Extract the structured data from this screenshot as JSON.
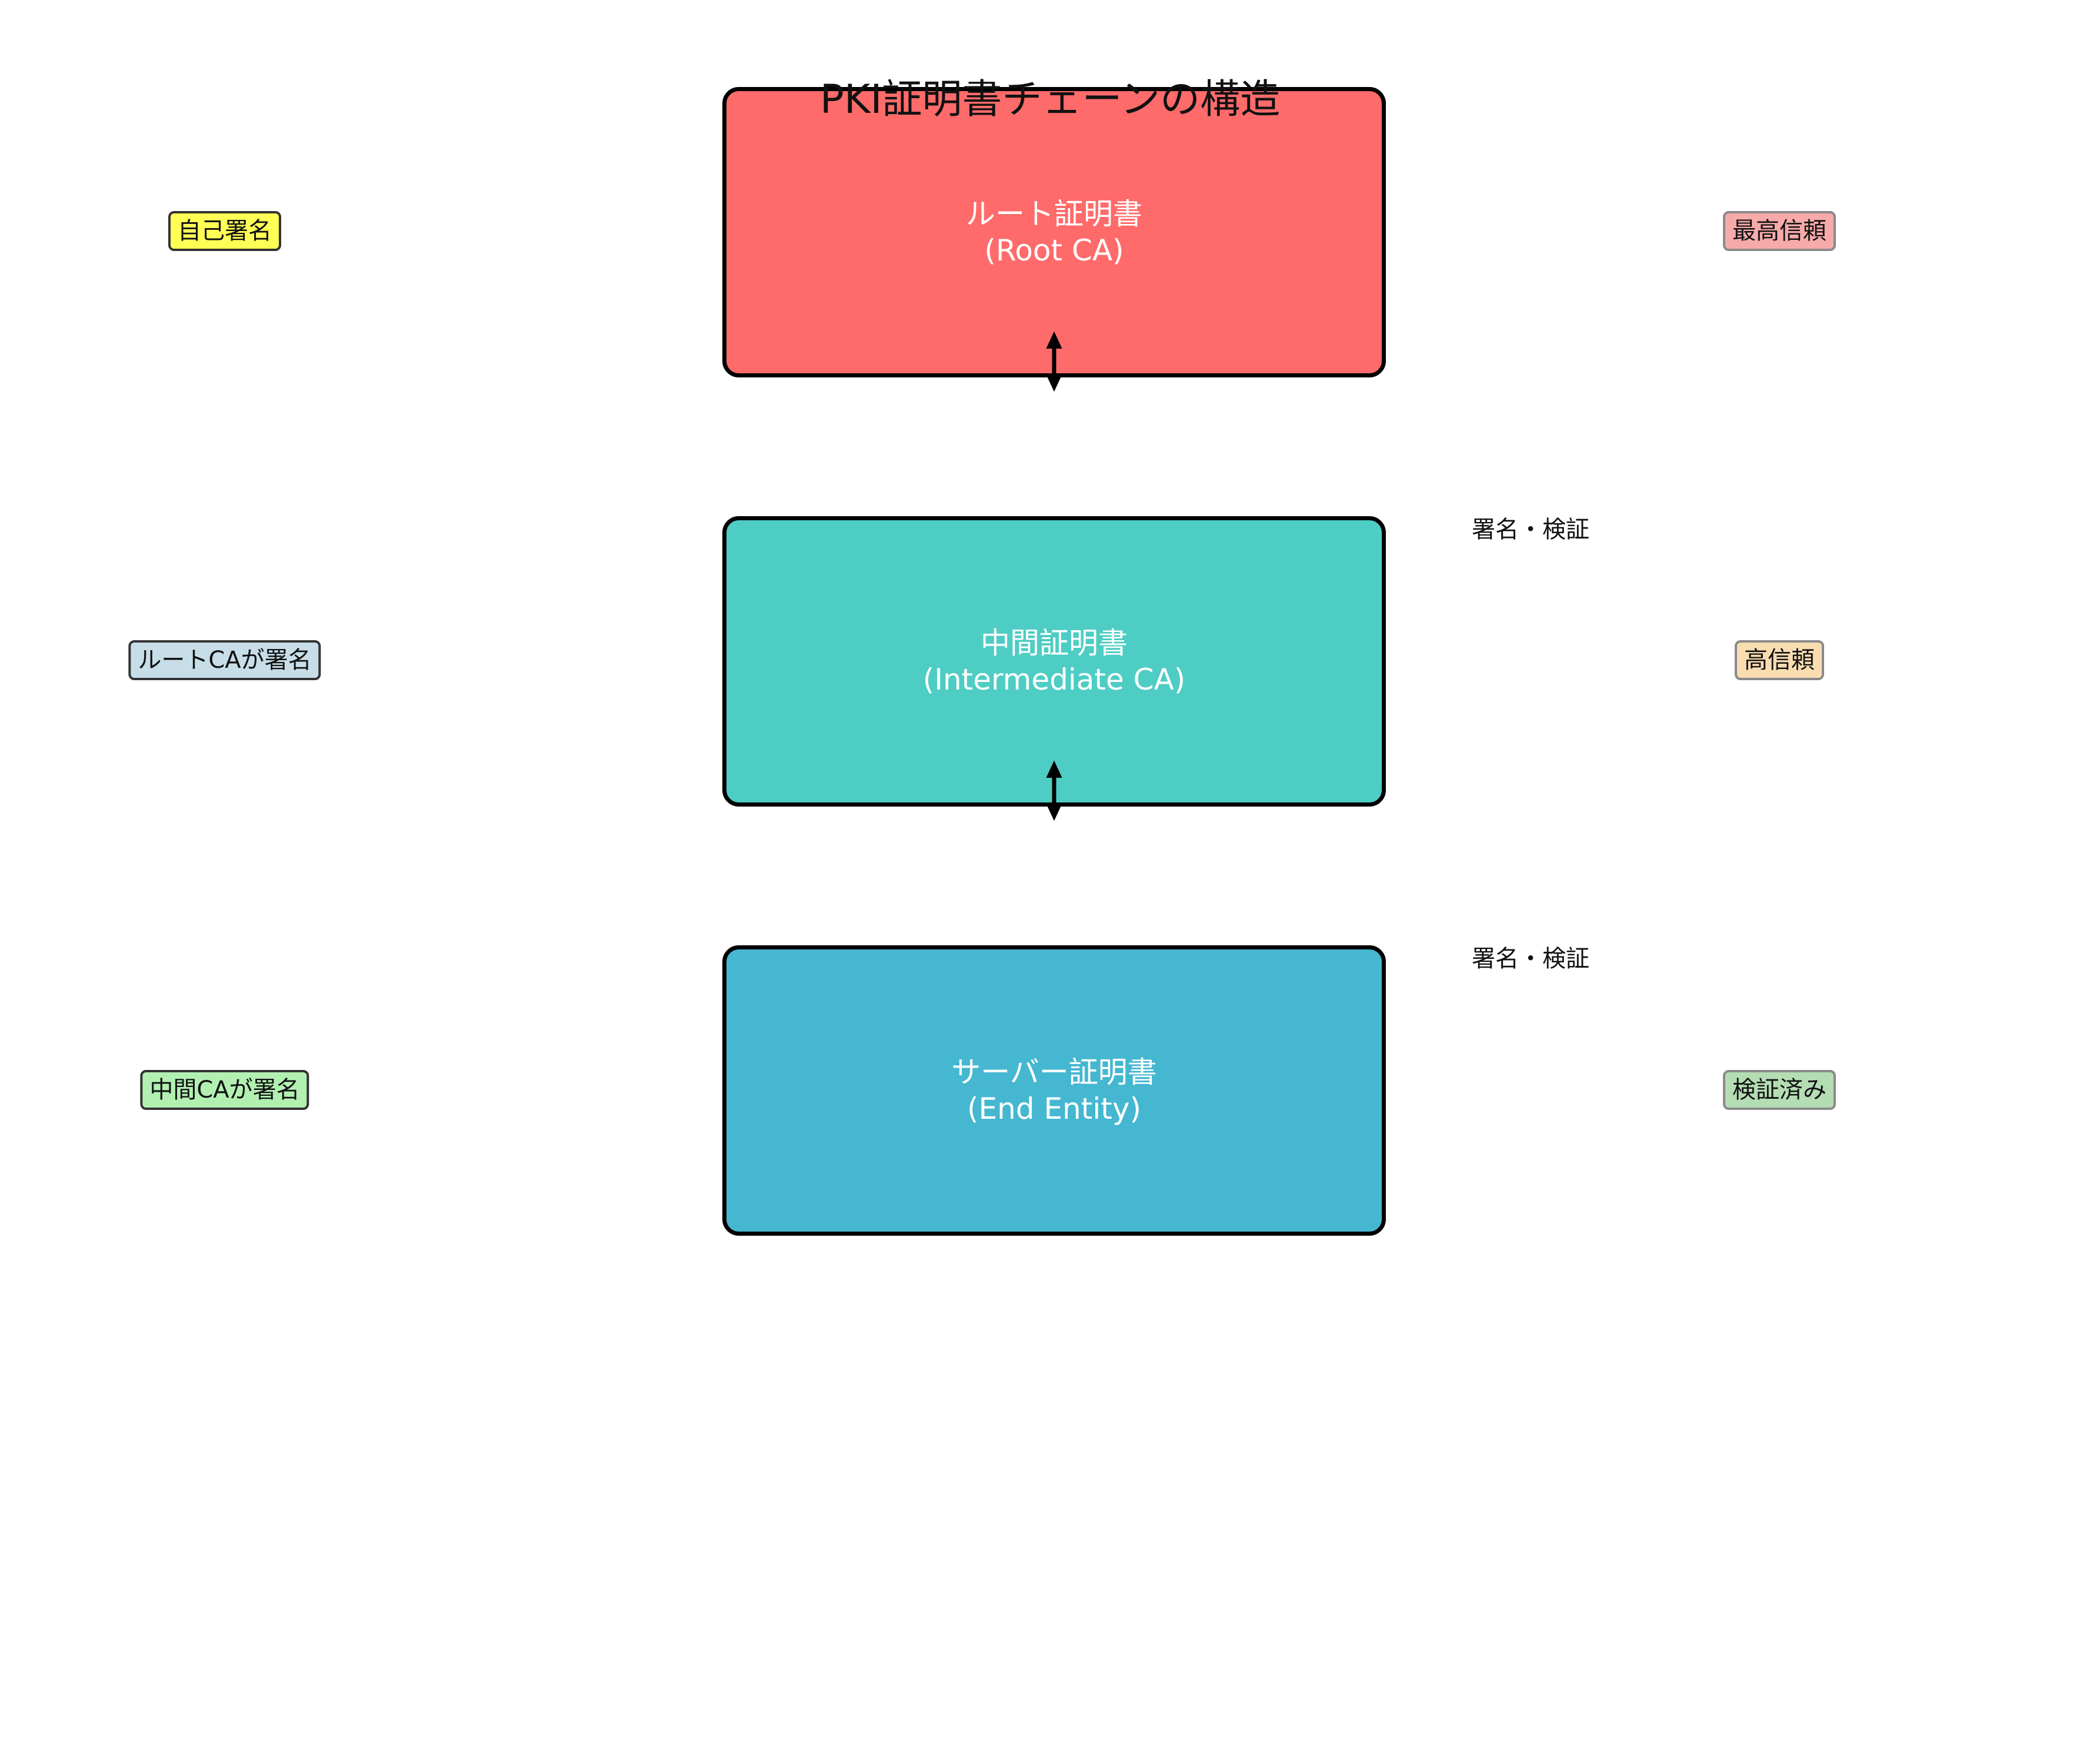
{
  "title": "PKI証明書チェーンの構造",
  "colors": {
    "root_box": "#FF6B6B",
    "intermediate_box": "#4ECDC4",
    "end_entity_box": "#45B7D1",
    "self_signed_tag": "#FFFF55",
    "root_signed_tag": "#C7DEE8",
    "intermediate_signed_tag": "#B2F0B2",
    "highest_trust_tag": "#F7AAAA",
    "high_trust_tag": "#F9DDB1",
    "verified_tag": "#B4DDB4"
  },
  "certificates": [
    {
      "line1": "ルート証明書",
      "line2": "(Root CA)"
    },
    {
      "line1": "中間証明書",
      "line2": "(Intermediate CA)"
    },
    {
      "line1": "サーバー証明書",
      "line2": "(End Entity)"
    }
  ],
  "signers": [
    "自己署名",
    "ルートCAが署名",
    "中間CAが署名"
  ],
  "trust_levels": [
    "最高信頼",
    "高信頼",
    "検証済み"
  ],
  "links": [
    "署名・検証",
    "署名・検証"
  ]
}
